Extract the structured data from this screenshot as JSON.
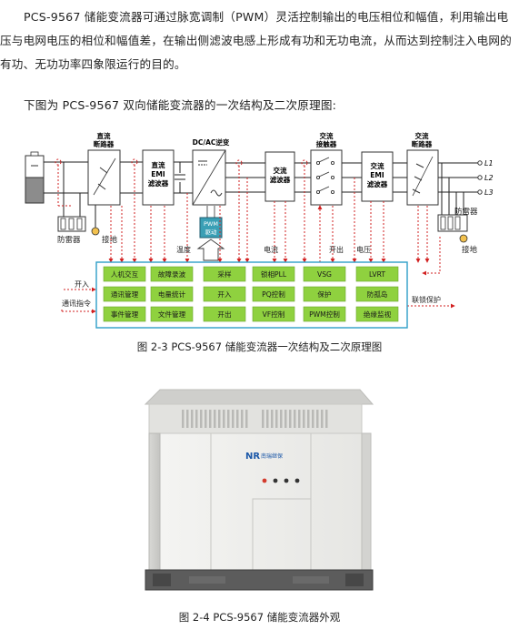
{
  "text": {
    "paragraph1": "PCS-9567 储能变流器可通过脉宽调制（PWM）灵活控制输出的电压相位和幅值，利用输出电压与电网电压的相位和幅值差，在输出侧滤波电感上形成有功和无功电流，从而达到控制注入电网的有功、无功功率四象限运行的目的。",
    "paragraph2": "下图为 PCS-9567 双向储能变流器的一次结构及二次原理图:"
  },
  "diagram": {
    "blocks": {
      "dc_breaker": [
        "直流",
        "断路器"
      ],
      "dc_emi": [
        "直流",
        "EMI",
        "滤波器"
      ],
      "inverter": "DC/AC逆变",
      "ac_filter": [
        "交流",
        "滤波器"
      ],
      "ac_contactor": [
        "交流",
        "接触器"
      ],
      "ac_emi": [
        "交流",
        "EMI",
        "滤波器"
      ],
      "ac_breaker": [
        "交流",
        "断路器"
      ],
      "pwm_drive": [
        "PWM",
        "驱动"
      ]
    },
    "labels": {
      "surge_left": "防雷器",
      "ground_left": "接地",
      "surge_right": "防雷器",
      "ground_right": "接地",
      "temperature": "温度",
      "current": "电流",
      "switch_out": "开出",
      "voltage": "电压",
      "switch_in": "开入",
      "comm_cmd": "通讯指令",
      "interlock": "联锁保护",
      "l1": "L1",
      "l2": "L2",
      "l3": "L3"
    },
    "functions": [
      [
        "人机交互",
        "故障录波",
        "采样",
        "锁相PLL",
        "VSG",
        "LVRT"
      ],
      [
        "通讯管理",
        "电量统计",
        "开入",
        "PQ控制",
        "保护",
        "防孤岛"
      ],
      [
        "事件管理",
        "文件管理",
        "开出",
        "VF控制",
        "PWM控制",
        "绝缘监视"
      ]
    ]
  },
  "captions": {
    "figure_2_3": "图 2-3   PCS-9567 储能变流器一次结构及二次原理图",
    "figure_2_4": "图 2-4 PCS-9567 储能变流器外观"
  },
  "photo": {
    "logo_text": "NR",
    "brand_text": "南瑞继保"
  },
  "colors": {
    "primary_line": "#1f1f1f",
    "control_line": "#d22020",
    "control_box": "#2e9ec8",
    "function_cell": "#8fd13f",
    "pwm_box": "#3a9fb5",
    "cabinet": "#eeeeec",
    "cabinet_base": "#5c5c5c",
    "logo_blue": "#1c58a8"
  }
}
